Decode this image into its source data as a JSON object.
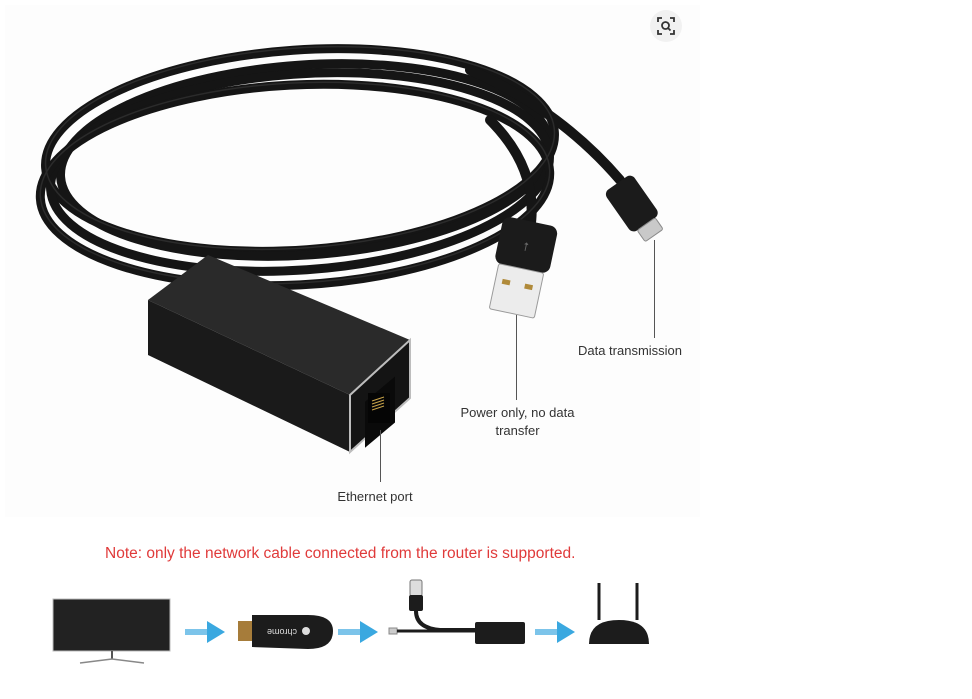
{
  "image": {
    "subject": "Ethernet adapter cable for Chromecast",
    "labels": {
      "data_transmission": "Data transmission",
      "power_only_line1": "Power only, no data",
      "power_only_line2": "transfer",
      "ethernet_port": "Ethernet port"
    },
    "note": "Note: only the network cable connected from the router is supported.",
    "flow_steps": [
      {
        "name": "tv",
        "icon": "monitor-icon"
      },
      {
        "name": "chromecast",
        "icon": "chromecast-dongle-icon",
        "brand_text": "chrome"
      },
      {
        "name": "adapter",
        "icon": "ethernet-adapter-icon"
      },
      {
        "name": "router",
        "icon": "router-icon"
      }
    ]
  },
  "controls": {
    "visual_search_icon": "lens-search-icon"
  },
  "colors": {
    "note_red": "#e03a3a",
    "arrow_blue": "#3aa8e0",
    "cable_black": "#141414",
    "label_gray": "#333333"
  }
}
